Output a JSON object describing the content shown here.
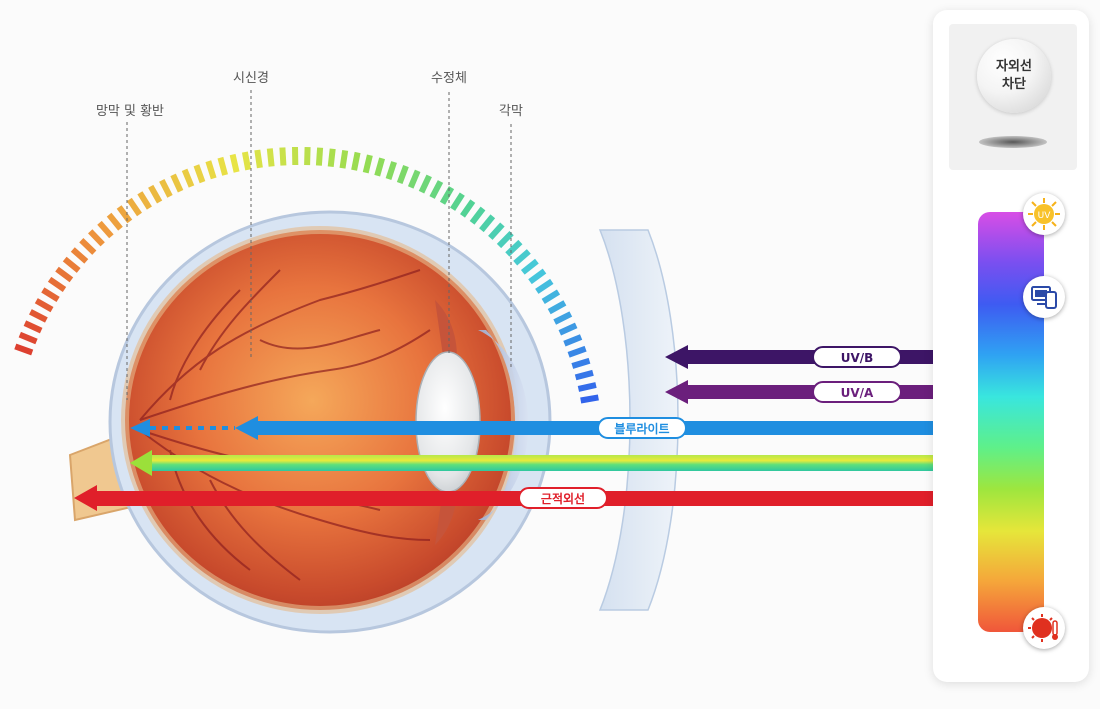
{
  "labels": {
    "retina_macula": "망막 및 황반",
    "optic_nerve": "시신경",
    "lens": "수정체",
    "cornea": "각막"
  },
  "rays": {
    "uvb": "UV/B",
    "uva": "UV/A",
    "blue_light": "블루라이트",
    "infrared": "근적외선"
  },
  "panel": {
    "uv_block": "자외선\n차단"
  },
  "icons": {
    "sun": "uv-sun-icon",
    "screen": "screen-devices-icon",
    "heat": "infrared-heat-icon"
  },
  "colors": {
    "uvb": "#3d1566",
    "uva": "#6b1f7c",
    "blue_light": "#1f8ee0",
    "visible": "#9be03a",
    "infrared": "#e01f2a"
  }
}
